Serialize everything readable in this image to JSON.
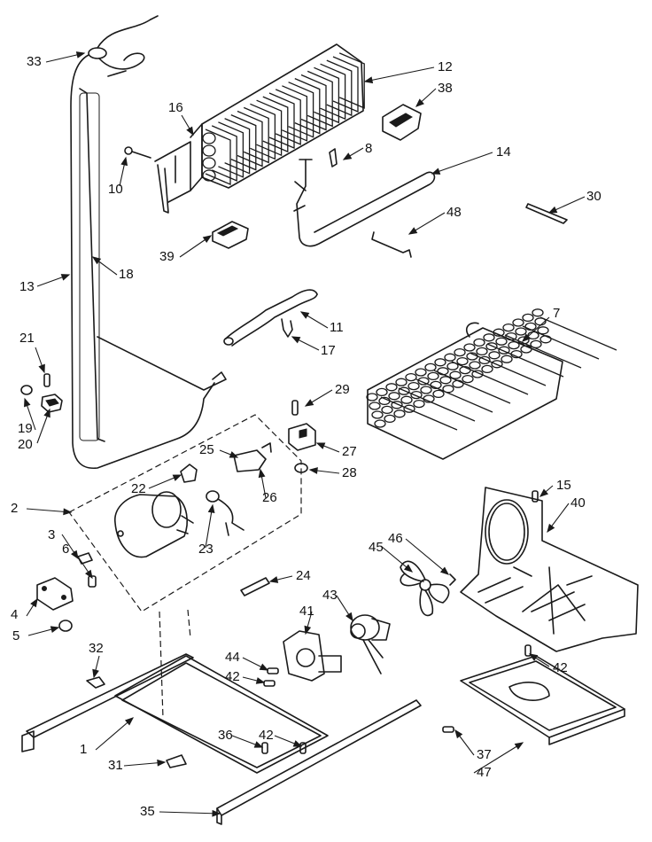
{
  "callouts": [
    {
      "id": "c1",
      "label": "1"
    },
    {
      "id": "c2",
      "label": "2"
    },
    {
      "id": "c3",
      "label": "3"
    },
    {
      "id": "c4",
      "label": "4"
    },
    {
      "id": "c5",
      "label": "5"
    },
    {
      "id": "c6",
      "label": "6"
    },
    {
      "id": "c7",
      "label": "7"
    },
    {
      "id": "c8",
      "label": "8"
    },
    {
      "id": "c10",
      "label": "10"
    },
    {
      "id": "c11",
      "label": "11"
    },
    {
      "id": "c12",
      "label": "12"
    },
    {
      "id": "c13",
      "label": "13"
    },
    {
      "id": "c14",
      "label": "14"
    },
    {
      "id": "c15",
      "label": "15"
    },
    {
      "id": "c16",
      "label": "16"
    },
    {
      "id": "c17",
      "label": "17"
    },
    {
      "id": "c18",
      "label": "18"
    },
    {
      "id": "c19",
      "label": "19"
    },
    {
      "id": "c20",
      "label": "20"
    },
    {
      "id": "c21",
      "label": "21"
    },
    {
      "id": "c22",
      "label": "22"
    },
    {
      "id": "c23",
      "label": "23"
    },
    {
      "id": "c24",
      "label": "24"
    },
    {
      "id": "c25",
      "label": "25"
    },
    {
      "id": "c26",
      "label": "26"
    },
    {
      "id": "c27",
      "label": "27"
    },
    {
      "id": "c28",
      "label": "28"
    },
    {
      "id": "c29",
      "label": "29"
    },
    {
      "id": "c30",
      "label": "30"
    },
    {
      "id": "c31",
      "label": "31"
    },
    {
      "id": "c32",
      "label": "32"
    },
    {
      "id": "c33",
      "label": "33"
    },
    {
      "id": "c35",
      "label": "35"
    },
    {
      "id": "c36",
      "label": "36"
    },
    {
      "id": "c37",
      "label": "37"
    },
    {
      "id": "c38",
      "label": "38"
    },
    {
      "id": "c39",
      "label": "39"
    },
    {
      "id": "c40",
      "label": "40"
    },
    {
      "id": "c41",
      "label": "41"
    },
    {
      "id": "c42a",
      "label": "42"
    },
    {
      "id": "c42b",
      "label": "42"
    },
    {
      "id": "c42c",
      "label": "42"
    },
    {
      "id": "c43",
      "label": "43"
    },
    {
      "id": "c44",
      "label": "44"
    },
    {
      "id": "c45",
      "label": "45"
    },
    {
      "id": "c46",
      "label": "46"
    },
    {
      "id": "c47",
      "label": "47"
    },
    {
      "id": "c48",
      "label": "48"
    }
  ]
}
